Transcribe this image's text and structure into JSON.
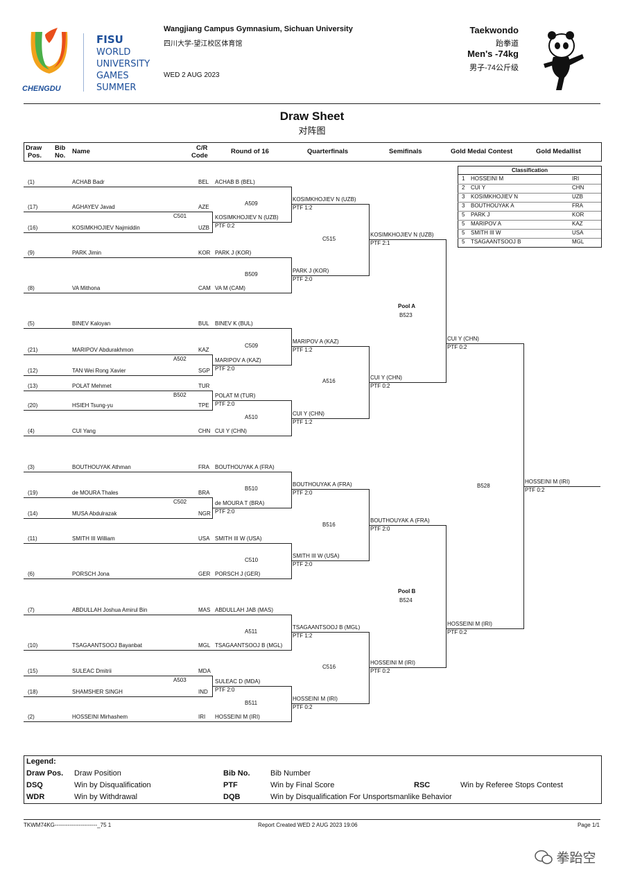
{
  "header": {
    "city": "CHENGDU",
    "fisu": "FISU",
    "games_lines": [
      "WORLD",
      "UNIVERSITY",
      "GAMES",
      "SUMMER"
    ],
    "venue": "Wangjiang Campus Gymnasium, Sichuan University",
    "venue_cn": "四川大学-望江校区体育馆",
    "date": "WED 2 AUG 2023",
    "sport": "Taekwondo",
    "sport_cn": "跆拳道",
    "event": "Men's -74kg",
    "event_cn": "男子-74公斤级"
  },
  "title": "Draw Sheet",
  "title_cn": "对阵图",
  "columns": {
    "draw_pos_1": "Draw",
    "draw_pos_2": "Pos.",
    "bib_1": "Bib",
    "bib_2": "No.",
    "name": "Name",
    "cr_1": "C/R",
    "cr_2": "Code",
    "r16": "Round of 16",
    "qf": "Quarterfinals",
    "sf": "Semifinals",
    "gmc": "Gold Medal Contest",
    "gm": "Gold Medallist"
  },
  "athletes": [
    {
      "pos": "(1)",
      "name": "ACHAB Badr",
      "code": "BEL"
    },
    {
      "pos": "(17)",
      "name": "AGHAYEV Javad",
      "code": "AZE"
    },
    {
      "pos": "(16)",
      "name": "KOSIMKHOJIEV Najmiddin",
      "code": "UZB"
    },
    {
      "pos": "(9)",
      "name": "PARK Jimin",
      "code": "KOR"
    },
    {
      "pos": "(8)",
      "name": "VA Mithona",
      "code": "CAM"
    },
    {
      "pos": "(5)",
      "name": "BINEV Kaloyan",
      "code": "BUL"
    },
    {
      "pos": "(21)",
      "name": "MARIPOV Abdurakhmon",
      "code": "KAZ"
    },
    {
      "pos": "(12)",
      "name": "TAN Wei Rong Xavier",
      "code": "SGP"
    },
    {
      "pos": "(13)",
      "name": "POLAT Mehmet",
      "code": "TUR"
    },
    {
      "pos": "(20)",
      "name": "HSIEH Tsung-yu",
      "code": "TPE"
    },
    {
      "pos": "(4)",
      "name": "CUI Yang",
      "code": "CHN"
    },
    {
      "pos": "(3)",
      "name": "BOUTHOUYAK Athman",
      "code": "FRA"
    },
    {
      "pos": "(19)",
      "name": "de MOURA Thales",
      "code": "BRA"
    },
    {
      "pos": "(14)",
      "name": "MUSA Abdulrazak",
      "code": "NGR"
    },
    {
      "pos": "(11)",
      "name": "SMITH III William",
      "code": "USA"
    },
    {
      "pos": "(6)",
      "name": "PORSCH Jona",
      "code": "GER"
    },
    {
      "pos": "(7)",
      "name": "ABDULLAH Joshua Amirul Bin",
      "code": "MAS"
    },
    {
      "pos": "(10)",
      "name": "TSAGAANTSOOJ Bayanbat",
      "code": "MGL"
    },
    {
      "pos": "(15)",
      "name": "SULEAC Dmitrii",
      "code": "MDA"
    },
    {
      "pos": "(18)",
      "name": "SHAMSHER SINGH",
      "code": "IND"
    },
    {
      "pos": "(2)",
      "name": "HOSSEINI Mirhashem",
      "code": "IRI"
    }
  ],
  "bracket": {
    "prelim_contests": [
      "C501",
      "A502",
      "B502",
      "C502",
      "A503"
    ],
    "r16_names": [
      "ACHAB B (BEL)",
      "KOSIMKHOJIEV N (UZB)",
      "PARK J (KOR)",
      "VA M (CAM)",
      "BINEV K (BUL)",
      "MARIPOV A (KAZ)",
      "POLAT M (TUR)",
      "CUI Y (CHN)",
      "BOUTHOUYAK A (FRA)",
      "de MOURA T (BRA)",
      "SMITH III W (USA)",
      "PORSCH J (GER)",
      "ABDULLAH JAB (MAS)",
      "TSAGAANTSOOJ B (MGL)",
      "SULEAC D (MDA)",
      "HOSSEINI M (IRI)"
    ],
    "prelim_scores": [
      "PTF  0:2",
      "PTF  2:0",
      "PTF  2:0",
      "PTF  2:0",
      "PTF  2:0"
    ],
    "r16_contests": [
      "A509",
      "B509",
      "C509",
      "A510",
      "B510",
      "C510",
      "A511",
      "B511"
    ],
    "qf_names": [
      "KOSIMKHOJIEV N (UZB)",
      "PARK J (KOR)",
      "MARIPOV A (KAZ)",
      "CUI Y (CHN)",
      "BOUTHOUYAK A (FRA)",
      "SMITH III W (USA)",
      "TSAGAANTSOOJ B (MGL)",
      "HOSSEINI M (IRI)"
    ],
    "qf_scores": [
      "PTF  1:2",
      "PTF  2:0",
      "PTF  1:2",
      "PTF  1:2",
      "PTF  2:0",
      "PTF  2:0",
      "PTF  1:2",
      "PTF  0:2"
    ],
    "qf_contests": [
      "C515",
      "A516",
      "B516",
      "C516"
    ],
    "sf_names": [
      "KOSIMKHOJIEV N (UZB)",
      "CUI Y (CHN)",
      "BOUTHOUYAK A (FRA)",
      "HOSSEINI M (IRI)"
    ],
    "sf_scores": [
      "PTF  2:1",
      "PTF  0:2",
      "PTF  2:0",
      "PTF  0:2"
    ],
    "pools": [
      {
        "label": "Pool A",
        "contest": "B523"
      },
      {
        "label": "Pool B",
        "contest": "B524"
      }
    ],
    "final_names": [
      "CUI Y (CHN)",
      "HOSSEINI M (IRI)"
    ],
    "final_scores": [
      "PTF  0:2",
      "PTF  0:2"
    ],
    "final_contest": "B528",
    "champion": "HOSSEINI M (IRI)",
    "champion_score": "PTF  0:2"
  },
  "classification": {
    "title": "Classification",
    "rows": [
      {
        "rank": "1",
        "name": "HOSSEINI M",
        "code": "IRI"
      },
      {
        "rank": "2",
        "name": "CUI Y",
        "code": "CHN"
      },
      {
        "rank": "3",
        "name": "KOSIMKHOJIEV N",
        "code": "UZB"
      },
      {
        "rank": "3",
        "name": "BOUTHOUYAK A",
        "code": "FRA"
      },
      {
        "rank": "5",
        "name": "PARK J",
        "code": "KOR"
      },
      {
        "rank": "5",
        "name": "MARIPOV A",
        "code": "KAZ"
      },
      {
        "rank": "5",
        "name": "SMITH III W",
        "code": "USA"
      },
      {
        "rank": "5",
        "name": "TSAGAANTSOOJ B",
        "code": "MGL"
      }
    ]
  },
  "legend": {
    "title": "Legend:",
    "items": [
      {
        "abbr": "Draw Pos.",
        "desc": "Draw Position"
      },
      {
        "abbr": "Bib No.",
        "desc": "Bib Number"
      },
      {
        "abbr": "DSQ",
        "desc": "Win by Disqualification"
      },
      {
        "abbr": "PTF",
        "desc": "Win by Final Score"
      },
      {
        "abbr": "RSC",
        "desc": "Win by Referee Stops Contest"
      },
      {
        "abbr": "WDR",
        "desc": "Win by Withdrawal"
      },
      {
        "abbr": "DQB",
        "desc": "Win by Disqualification For Unsportsmanlike Behavior"
      }
    ]
  },
  "footer": {
    "code": "TKWM74KG-----------------------_75 1",
    "report": "Report Created WED 2 AUG 2023 19:06",
    "page": "Page 1/1",
    "watermark": "拳跆空"
  },
  "colors": {
    "logo_blue": "#1d4f9a",
    "logo_orange": "#f08a1c",
    "logo_green": "#4bb04a",
    "line": "#222222"
  }
}
